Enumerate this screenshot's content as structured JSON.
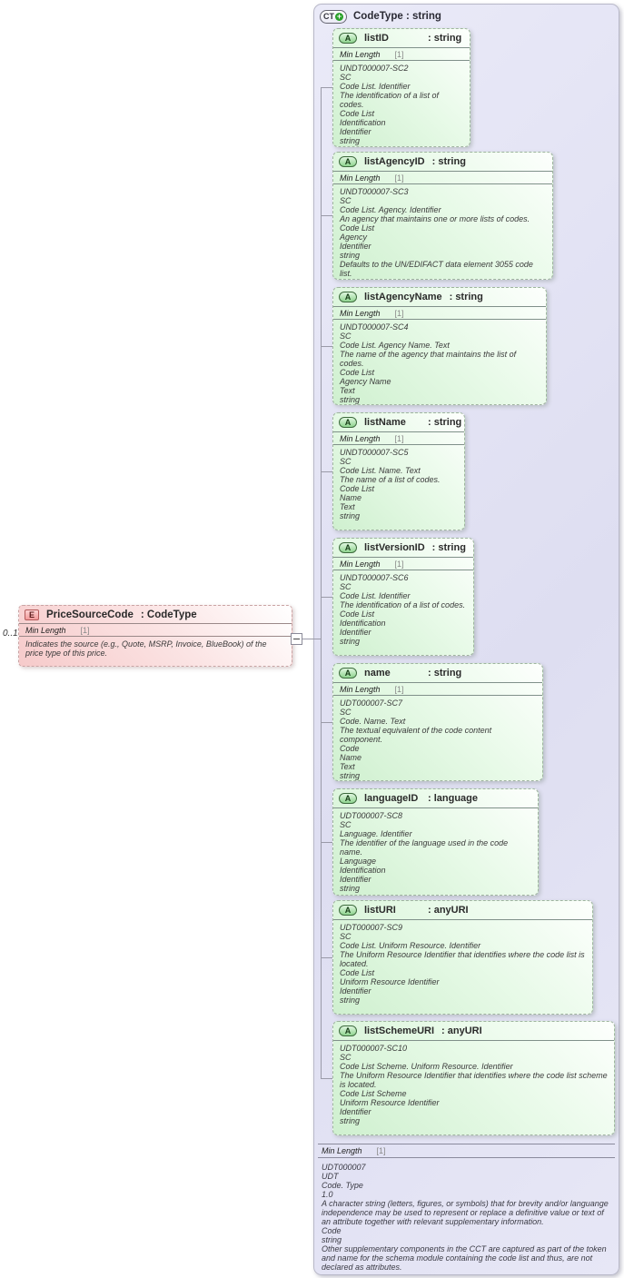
{
  "icons": {
    "element_glyph": "E",
    "attribute_glyph": "A",
    "complex_type_glyph": "CT",
    "plus_glyph": "+"
  },
  "element": {
    "cardinality": "0..1",
    "name": "PriceSourceCode",
    "type_label": ": CodeType",
    "facet": {
      "name": "Min Length",
      "value": "[1]"
    },
    "doc": "Indicates the source (e.g., Quote, MSRP, Invoice, BlueBook) of the price type of this price."
  },
  "code_type": {
    "name": "CodeType",
    "type_label": ": string",
    "facet": {
      "name": "Min Length",
      "value": "[1]"
    },
    "doc": "UDT000007\nUDT\nCode. Type\n1.0\nA character string (letters, figures, or symbols) that for brevity and/or languange independence may be used to represent or replace a definitive value or text of an attribute together with relevant supplementary information.\nCode\nstring\nOther supplementary components in the CCT are captured as part of the token and name for the schema module containing the code list and thus, are not declared as attributes.",
    "attributes": [
      {
        "name": "listID",
        "type_label": ": string",
        "facet": {
          "name": "Min Length",
          "value": "[1]"
        },
        "doc": "UNDT000007-SC2\nSC\nCode List. Identifier\nThe identification of a list of codes.\nCode List\nIdentification\nIdentifier\nstring"
      },
      {
        "name": "listAgencyID",
        "type_label": ": string",
        "facet": {
          "name": "Min Length",
          "value": "[1]"
        },
        "doc": "UNDT000007-SC3\nSC\nCode List. Agency. Identifier\nAn agency that maintains one or more lists of codes.\nCode List\nAgency\nIdentifier\nstring\nDefaults to the UN/EDIFACT data element 3055 code list."
      },
      {
        "name": "listAgencyName",
        "type_label": ": string",
        "facet": {
          "name": "Min Length",
          "value": "[1]"
        },
        "doc": "UNDT000007-SC4\nSC\nCode List. Agency Name. Text\nThe name of the agency that maintains the list of codes.\nCode List\nAgency Name\nText\nstring"
      },
      {
        "name": "listName",
        "type_label": ": string",
        "facet": {
          "name": "Min Length",
          "value": "[1]"
        },
        "doc": "UNDT000007-SC5\nSC\nCode List. Name. Text\nThe name of a list of codes.\nCode List\nName\nText\nstring"
      },
      {
        "name": "listVersionID",
        "type_label": ": string",
        "facet": {
          "name": "Min Length",
          "value": "[1]"
        },
        "doc": "UNDT000007-SC6\nSC\nCode List. Identifier\nThe identification of a list of codes.\nCode List\nIdentification\nIdentifier\nstring"
      },
      {
        "name": "name",
        "type_label": ": string",
        "facet": {
          "name": "Min Length",
          "value": "[1]"
        },
        "doc": "UDT000007-SC7\nSC\nCode. Name. Text\nThe textual equivalent of the code content component.\nCode\nName\nText\nstring"
      },
      {
        "name": "languageID",
        "type_label": ": language",
        "doc": "UDT000007-SC8\nSC\nLanguage. Identifier\nThe identifier of the language used in the code name.\nLanguage\nIdentification\nIdentifier\nstring"
      },
      {
        "name": "listURI",
        "type_label": ": anyURI",
        "doc": "UDT000007-SC9\nSC\nCode List. Uniform Resource. Identifier\nThe Uniform Resource Identifier that identifies where the code list is located.\nCode List\nUniform Resource Identifier\nIdentifier\nstring"
      },
      {
        "name": "listSchemeURI",
        "type_label": ": anyURI",
        "doc": "UDT000007-SC10\nSC\nCode List Scheme. Uniform Resource. Identifier\nThe Uniform Resource Identifier that identifies where the code list scheme is located.\nCode List Scheme\nUniform Resource Identifier\nIdentifier\nstring"
      }
    ]
  }
}
